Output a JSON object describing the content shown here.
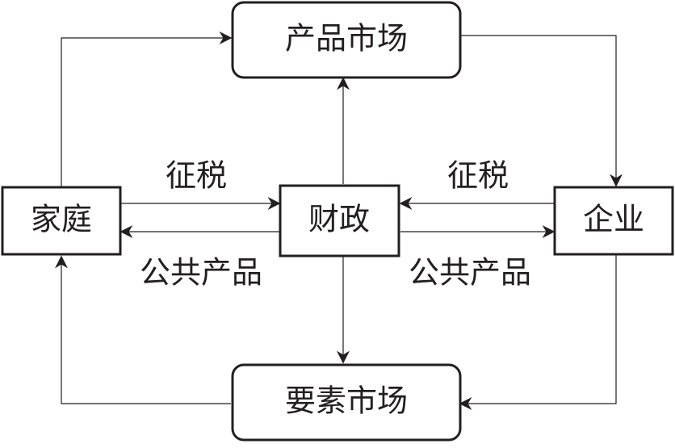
{
  "nodes": {
    "product_market": "产品市场",
    "factor_market": "要素市场",
    "household": "家庭",
    "finance": "财政",
    "enterprise": "企业"
  },
  "edges": {
    "tax_from_household": "征税",
    "tax_from_enterprise": "征税",
    "public_goods_to_household": "公共产品",
    "public_goods_to_enterprise": "公共产品"
  },
  "colors": {
    "stroke": "#231f20",
    "background": "#ffffff"
  }
}
